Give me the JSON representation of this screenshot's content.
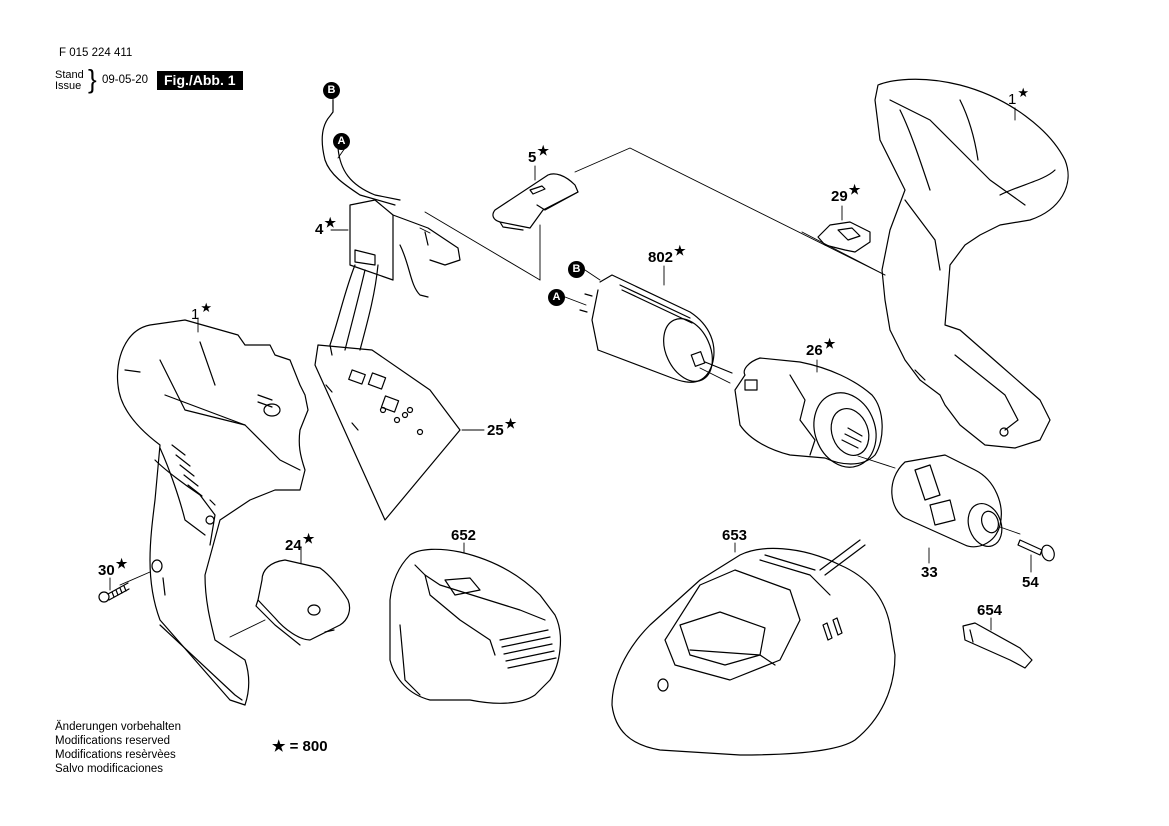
{
  "header": {
    "document_number": "F 015 224 411",
    "stand_label": "Stand",
    "issue_label": "Issue",
    "date": "09-05-20",
    "figure_label": "Fig./Abb. 1"
  },
  "footer": {
    "modification_notes": [
      "Änderungen vorbehalten",
      "Modifications reserved",
      "Modifications resèrvèes",
      "Salvo modificaciones"
    ],
    "legend_symbol": "★",
    "legend_text": "= 800"
  },
  "connectors": {
    "a": "A",
    "b": "B"
  },
  "parts": [
    {
      "id": "housing-left",
      "number": "1",
      "starred": true
    },
    {
      "id": "housing-right",
      "number": "1",
      "starred": true
    },
    {
      "id": "switch",
      "number": "4",
      "starred": true
    },
    {
      "id": "cover",
      "number": "5",
      "starred": true
    },
    {
      "id": "motor",
      "number": "802",
      "starred": true
    },
    {
      "id": "selector",
      "number": "29",
      "starred": true
    },
    {
      "id": "gearbox",
      "number": "26",
      "starred": true
    },
    {
      "id": "pcb",
      "number": "25",
      "starred": true
    },
    {
      "id": "chuck",
      "number": "33",
      "starred": false
    },
    {
      "id": "screw-chuck",
      "number": "54",
      "starred": false
    },
    {
      "id": "battery",
      "number": "652",
      "starred": false
    },
    {
      "id": "charger",
      "number": "653",
      "starred": false
    },
    {
      "id": "bit",
      "number": "654",
      "starred": false
    },
    {
      "id": "battery-cover",
      "number": "24",
      "starred": true
    },
    {
      "id": "screw-housing",
      "number": "30",
      "starred": true
    }
  ],
  "star_symbol": "★"
}
